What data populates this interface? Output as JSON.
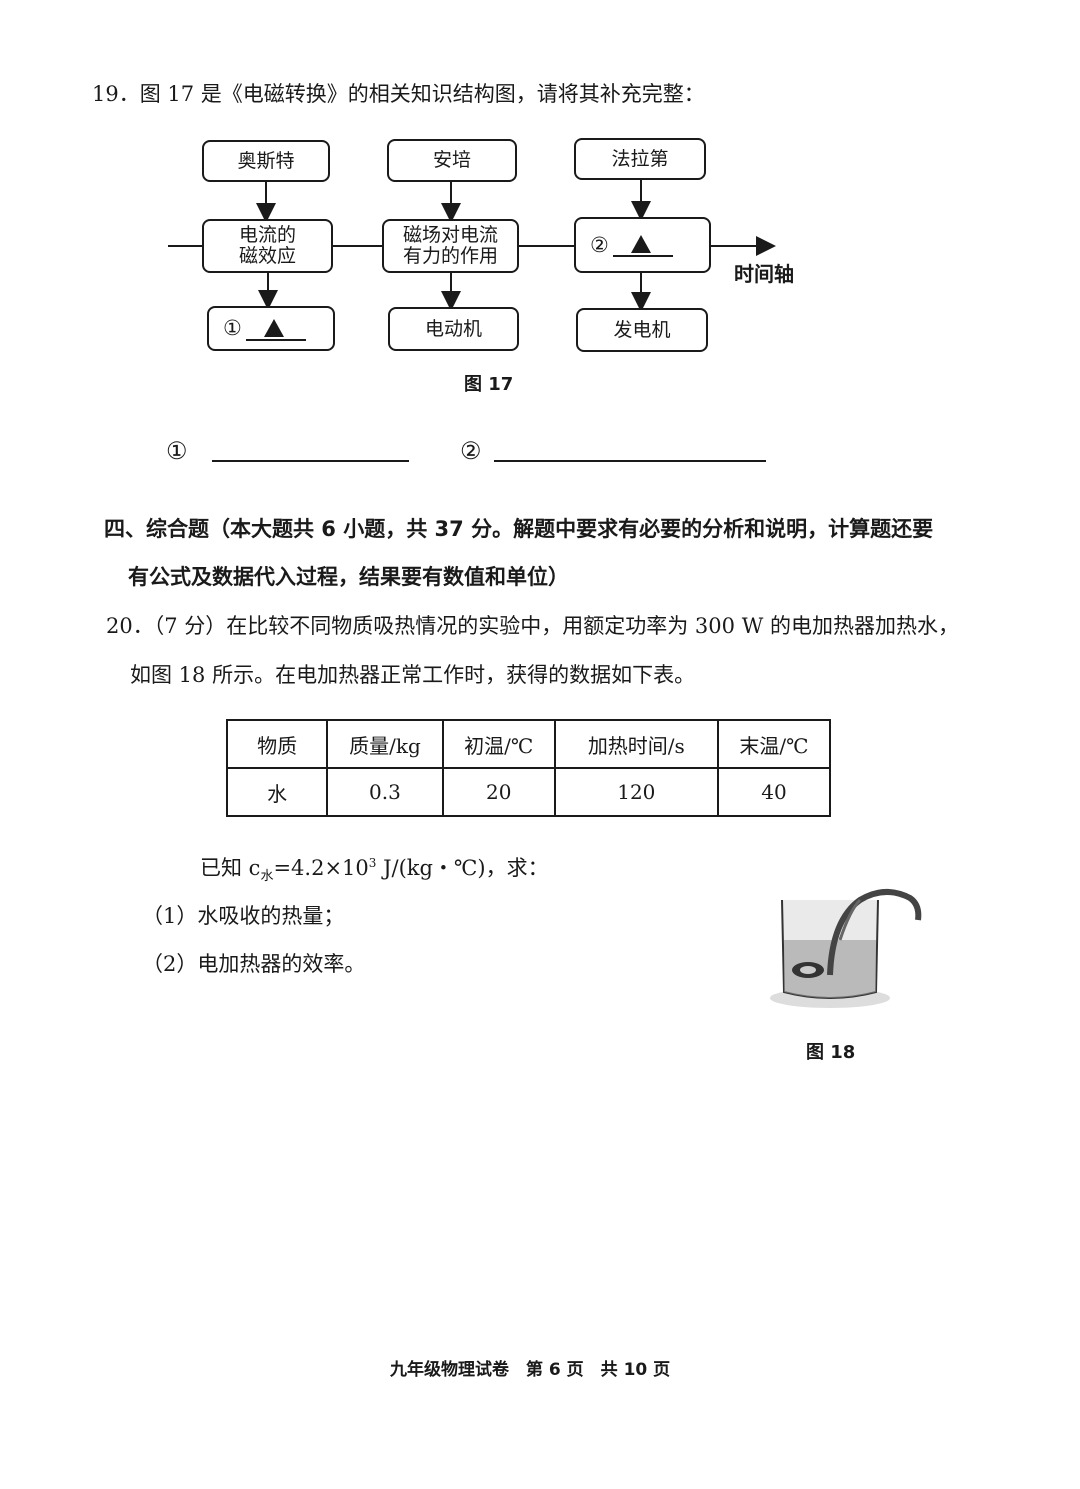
{
  "q19": {
    "text": "19．图 17 是《电磁转换》的相关知识结构图，请将其补充完整：",
    "boxes": {
      "oersted": "奥斯特",
      "ampere": "安培",
      "faraday": "法拉第",
      "mag_effect_line1": "电流的",
      "mag_effect_line2": "磁效应",
      "force_line1": "磁场对电流",
      "force_line2": "有力的作用",
      "blank2_mark": "②",
      "blank1_mark": "①",
      "motor": "电动机",
      "generator": "发电机"
    },
    "time_axis": "时间轴",
    "figure_caption": "图 17",
    "answer1_mark": "①",
    "answer2_mark": "②"
  },
  "section4": {
    "line1": "四、综合题（本大题共 6 小题，共 37 分。解题中要求有必要的分析和说明，计算题还要",
    "line2": "有公式及数据代入过程，结果要有数值和单位）"
  },
  "q20": {
    "line1": "20．（7 分）在比较不同物质吸热情况的实验中，用额定功率为 300 W 的电加热器加热水，",
    "line2": "如图 18 所示。在电加热器正常工作时，获得的数据如下表。",
    "table": {
      "headers": [
        "物质",
        "质量/kg",
        "初温/℃",
        "加热时间/s",
        "末温/℃"
      ],
      "row": [
        "水",
        "0.3",
        "20",
        "120",
        "40"
      ]
    },
    "known_prefix": "已知 c",
    "known_sub": "水",
    "known_eq": "=4.2×10",
    "known_exp": "3",
    "known_suffix": " J/(kg・℃)，求：",
    "sub1": "（1）水吸收的热量；",
    "sub2": "（2）电加热器的效率。",
    "figure_caption": "图 18"
  },
  "footer": "九年级物理试卷　第 6 页　共 10 页"
}
